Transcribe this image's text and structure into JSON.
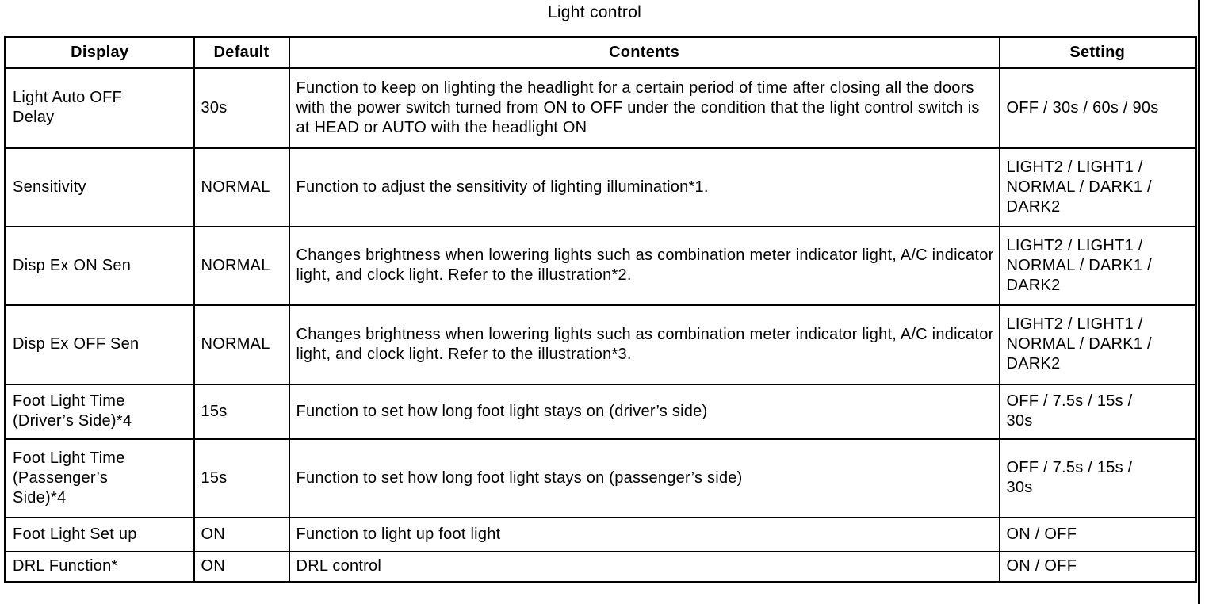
{
  "page": {
    "title": "Light control"
  },
  "colors": {
    "text": "#000000",
    "border": "#000000",
    "background": "#ffffff"
  },
  "table": {
    "headers": [
      "Display",
      "Default",
      "Contents",
      "Setting"
    ],
    "rows": [
      {
        "display": "Light Auto OFF\nDelay",
        "default": "30s",
        "contents": "Function to keep on lighting the headlight for a certain period of time after closing all the doors with the power switch turned from ON to OFF under the condition that the light control switch is at HEAD or AUTO with the headlight ON",
        "setting": "OFF / 30s / 60s / 90s"
      },
      {
        "display": "Sensitivity",
        "default": "NORMAL",
        "contents": "Function to adjust the sensitivity of lighting illumination*1.",
        "setting": "LIGHT2 / LIGHT1 /\nNORMAL / DARK1 /\nDARK2"
      },
      {
        "display": "Disp Ex ON Sen",
        "default": "NORMAL",
        "contents": "Changes brightness when lowering lights such as combination meter indicator light, A/C indicator light, and clock light. Refer to the illustration*2.",
        "setting": "LIGHT2 / LIGHT1 /\nNORMAL / DARK1 /\nDARK2"
      },
      {
        "display": "Disp Ex OFF Sen",
        "default": "NORMAL",
        "contents": "Changes brightness when lowering lights such as combination meter indicator light, A/C indicator light, and clock light. Refer to the illustration*3.",
        "setting": "LIGHT2 / LIGHT1 /\nNORMAL / DARK1 /\nDARK2"
      },
      {
        "display": "Foot Light Time\n(Driver’s Side)*4",
        "default": "15s",
        "contents": "Function to set how long foot light stays on (driver’s side)",
        "setting": "OFF / 7.5s / 15s /\n30s"
      },
      {
        "display": "Foot Light Time\n(Passenger’s\nSide)*4",
        "default": "15s",
        "contents": "Function to set how long foot light stays on (passenger’s side)",
        "setting": "OFF / 7.5s / 15s /\n30s"
      },
      {
        "display": "Foot Light Set up",
        "default": "ON",
        "contents": "Function to light up foot light",
        "setting": "ON / OFF"
      },
      {
        "display": "DRL Function*",
        "default": "ON",
        "contents": "DRL control",
        "setting": "ON / OFF"
      }
    ]
  }
}
